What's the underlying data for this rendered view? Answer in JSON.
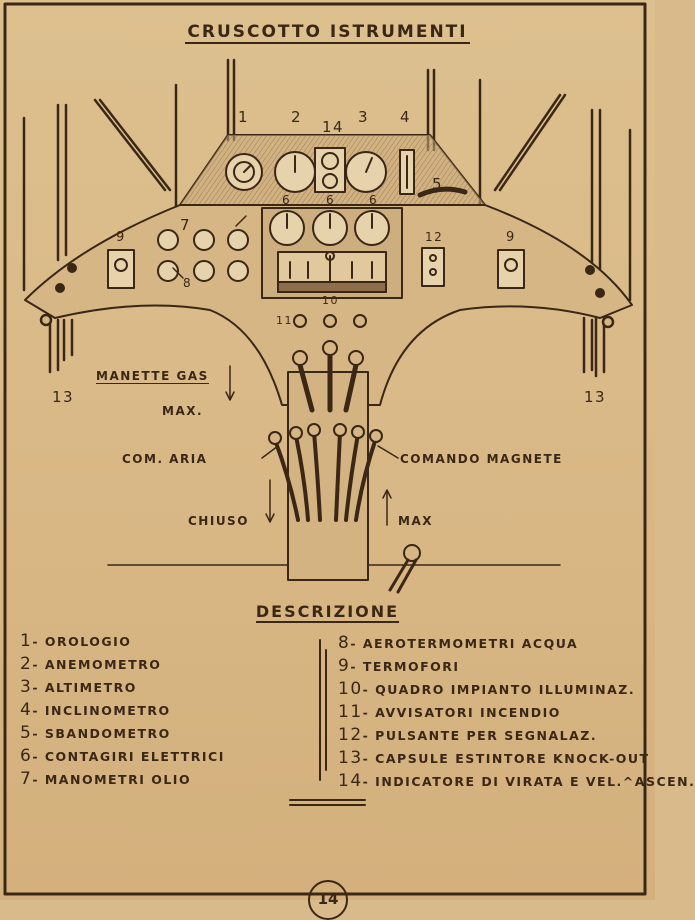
{
  "title": "CRUSCOTTO ISTRUMENTI",
  "top_numbers": [
    "1",
    "2",
    "14",
    "3",
    "4"
  ],
  "labels": {
    "n5": "5",
    "n6": "6",
    "n7": "7",
    "n8": "8",
    "n9": "9",
    "n10": "10",
    "n11": "11",
    "n12": "12",
    "n13": "13",
    "manette_gas": "MANETTE GAS",
    "max_upper": "MAX.",
    "com_aria": "COM.  ARIA",
    "comando_magnete": "COMANDO MAGNETE",
    "chiuso": "CHIUSO",
    "max_lower": "MAX"
  },
  "description_heading": "DESCRIZIONE",
  "legend_left": [
    {
      "num": "1",
      "text": "- OROLOGIO"
    },
    {
      "num": "2",
      "text": "- ANEMOMETRO"
    },
    {
      "num": "3",
      "text": "- ALTIMETRO"
    },
    {
      "num": "4",
      "text": "- INCLINOMETRO"
    },
    {
      "num": "5",
      "text": "- SBANDOMETRO"
    },
    {
      "num": "6",
      "text": "- CONTAGIRI ELETTRICI"
    },
    {
      "num": "7",
      "text": "- MANOMETRI OLIO"
    }
  ],
  "legend_right": [
    {
      "num": "8",
      "text": "- AEROTERMOMETRI ACQUA"
    },
    {
      "num": "9",
      "text": "- TERMOFORI"
    },
    {
      "num": "10",
      "text": "- QUADRO IMPIANTO ILLUMINAZ."
    },
    {
      "num": "11",
      "text": "- AVVISATORI INCENDIO"
    },
    {
      "num": "12",
      "text": "- PULSANTE PER SEGNALAZ."
    },
    {
      "num": "13",
      "text": "- CAPSULE ESTINTORE KNOCK-OUT"
    },
    {
      "num": "14",
      "text": "- INDICATORE DI VIRATA E VEL.^ASCEN."
    }
  ],
  "page_number": "14",
  "colors": {
    "paper": "#d9ba8a",
    "ink": "#3b2716",
    "shade": "#b99a6c"
  }
}
